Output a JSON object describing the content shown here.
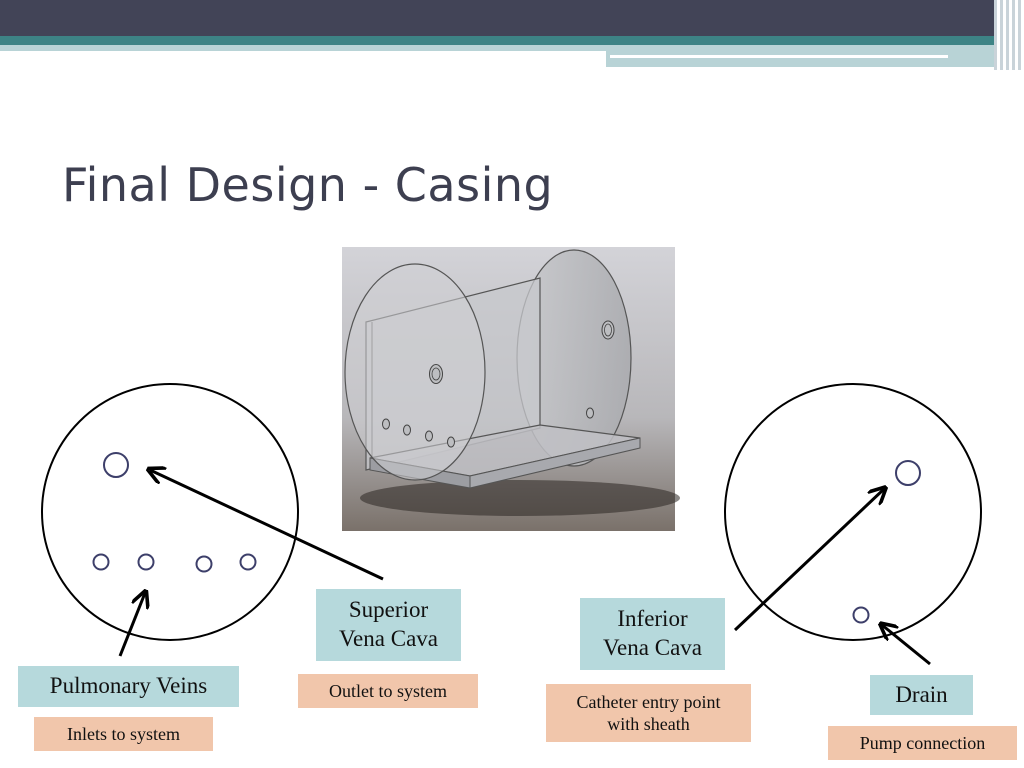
{
  "slide": {
    "title": "Final Design - Casing"
  },
  "labels": {
    "pulmonary_veins": {
      "name": "Pulmonary Veins",
      "note": "Inlets to system"
    },
    "superior_vena_cava": {
      "line1": "Superior",
      "line2": "Vena Cava",
      "note": "Outlet to system"
    },
    "inferior_vena_cava": {
      "line1": "Inferior",
      "line2": "Vena Cava",
      "note_line1": "Catheter entry point",
      "note_line2": "with sheath"
    },
    "drain": {
      "name": "Drain",
      "note": "Pump connection"
    }
  },
  "colors": {
    "header_dark": "#424457",
    "header_teal": "#3d8385",
    "label_teal": "#b6d9dc",
    "label_salmon": "#f1c6ab",
    "hole_outline": "#3d3f6a"
  }
}
